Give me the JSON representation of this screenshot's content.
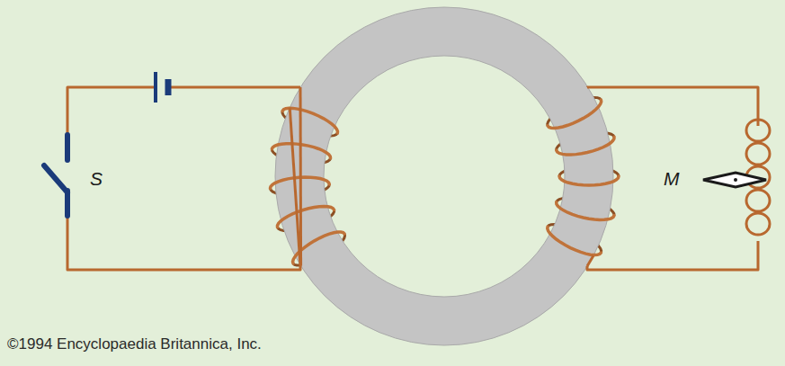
{
  "diagram": {
    "labels": [
      "S",
      "M",
      "©1994 Encyclopaedia Britannica, Inc."
    ]
  }
}
